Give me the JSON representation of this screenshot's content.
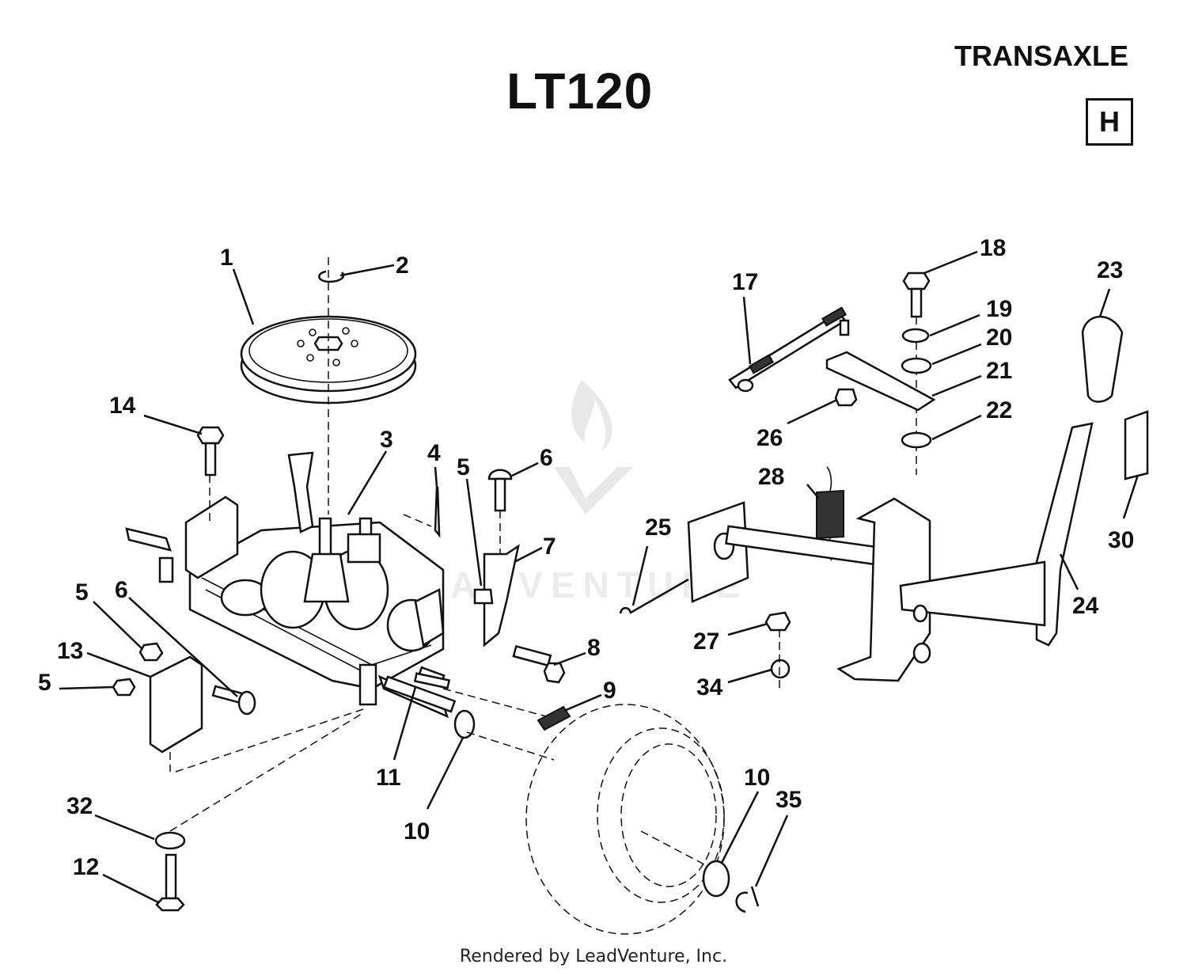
{
  "header": {
    "model": "LT120",
    "section": "TRANSAXLE",
    "section_code": "H"
  },
  "watermark": "LEADVENTURE",
  "footer": "Rendered by LeadVenture, Inc.",
  "callouts": {
    "c1": "1",
    "c2": "2",
    "c3": "3",
    "c4": "4",
    "c5a": "5",
    "c5b": "5",
    "c5c": "5",
    "c6a": "6",
    "c6b": "6",
    "c7": "7",
    "c8": "8",
    "c9": "9",
    "c10a": "10",
    "c10b": "10",
    "c11": "11",
    "c12": "12",
    "c13": "13",
    "c14": "14",
    "c17": "17",
    "c18": "18",
    "c19": "19",
    "c20": "20",
    "c21": "21",
    "c22": "22",
    "c23": "23",
    "c24": "24",
    "c25": "25",
    "c26": "26",
    "c27": "27",
    "c28": "28",
    "c30": "30",
    "c32": "32",
    "c34": "34",
    "c35": "35"
  }
}
